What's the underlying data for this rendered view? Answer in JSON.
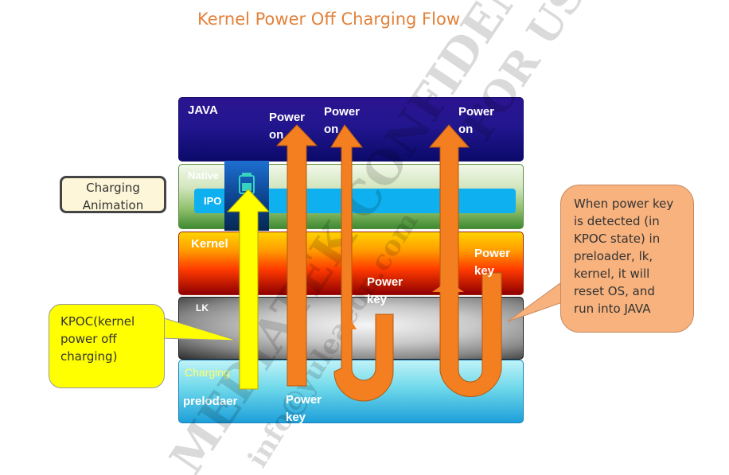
{
  "title": "Kernel Power Off Charging Flow",
  "layers": {
    "java": "JAVA",
    "native": "Native",
    "ipo": "IPO",
    "kernel": "Kernel",
    "lk": "LK",
    "charging": "Charging",
    "preloader": "prelodaer"
  },
  "arrow_labels": {
    "power_on_1": [
      "Power",
      "on"
    ],
    "power_on_2": [
      "Power",
      "on"
    ],
    "power_on_3": [
      "Power",
      "on"
    ],
    "power_key_bottom": [
      "Power",
      "key"
    ],
    "power_key_lk": [
      "Power",
      "key"
    ],
    "power_key_kernel": [
      "Power",
      "key"
    ]
  },
  "callouts": {
    "charging_animation": [
      "Charging",
      "Animation"
    ],
    "kpoc": [
      "KPOC(kernel",
      "power off",
      "charging)"
    ],
    "when_power_key": [
      "When power key",
      "is detected (in",
      "KPOC state) in",
      "preloader, lk,",
      "kernel, it will",
      "reset OS, and",
      "run into JAVA"
    ]
  },
  "watermarks": [
    "MEDIATEK CONFIDENTIAL",
    "FOR USE",
    "info@yuleaeon.com"
  ],
  "colors": {
    "title": "#e2813a",
    "arrow_orange": "#f47f20",
    "arrow_yellow": "#ffff00",
    "ipo_bar": "#0fb0ef",
    "callout_orange": "#f7b27e",
    "callout_yellow": "#ffff00",
    "callout_cream": "#fdf6d8"
  }
}
